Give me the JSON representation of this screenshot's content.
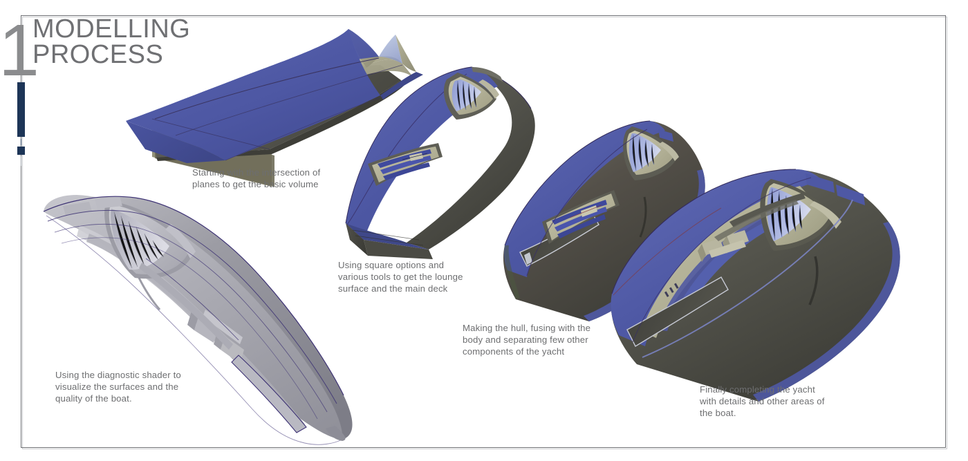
{
  "page": {
    "section_number": "1",
    "title": "MODELLING\nPROCESS",
    "background_color": "#ffffff",
    "frame_color": "#6f7175",
    "accent_color": "#1d3557",
    "title_color": "#6f7073",
    "caption_color": "#6d6e70"
  },
  "palette": {
    "deck_blue": "#4d57a3",
    "deck_blue_light": "#5d67b2",
    "deck_blue_dark": "#3f4887",
    "hull_dark": "#4a4a47",
    "hull_mid": "#5d5d58",
    "hull_light": "#74746c",
    "khaki": "#a3a186",
    "khaki_light": "#c2c0a6",
    "khaki_dark": "#8a8870",
    "gray_shader": "#9a9aa0",
    "gray_shader_light": "#b6b6bc",
    "gray_shader_dark": "#7d7d85",
    "edge_violet": "#3b2f66",
    "glass_blue": "#8b97cf"
  },
  "steps": [
    {
      "id": "step-1-planes",
      "caption": "Starting with the intersection of\nplanes to get the basic volume",
      "model": "intersecting-planes-hull"
    },
    {
      "id": "step-2-lounge",
      "caption": "Using square options and\nvarious tools to get the lounge\nsurface and the main deck",
      "model": "yacht-deck-lounge"
    },
    {
      "id": "step-3-hull",
      "caption": "Making the hull, fusing with the\nbody and separating few other\ncomponents of the yacht",
      "model": "yacht-hull-fused"
    },
    {
      "id": "step-4-final",
      "caption": "Finally completing the yacht\nwith details and other areas of\nthe boat.",
      "model": "yacht-completed"
    },
    {
      "id": "step-5-diagnostic",
      "caption": "Using the diagnostic shader to\nvisualize the surfaces and the\nquality of the boat.",
      "model": "yacht-diagnostic-shader"
    }
  ]
}
